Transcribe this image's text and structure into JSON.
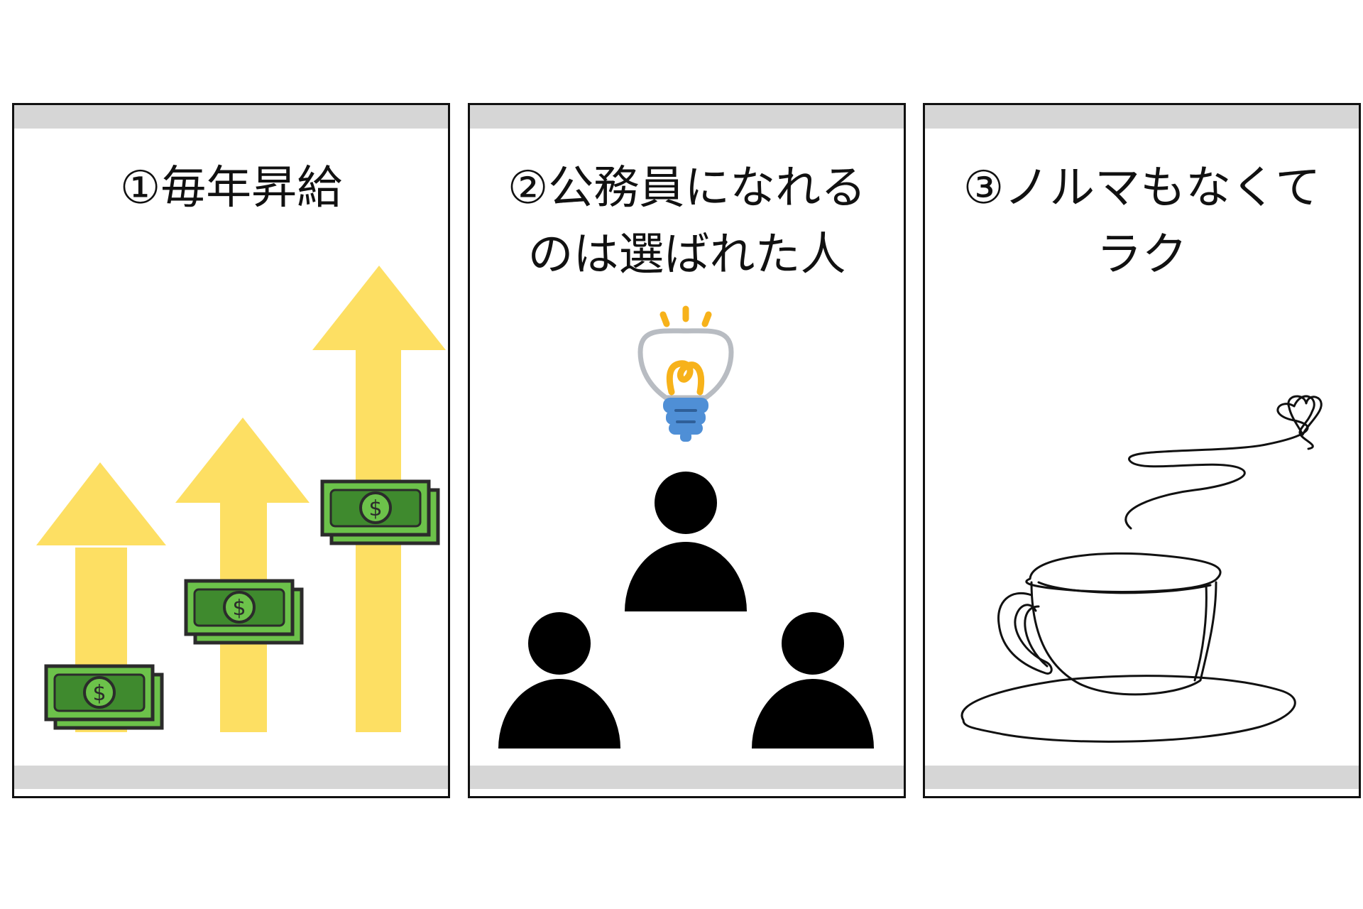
{
  "panels": [
    {
      "title_lines": [
        "①毎年昇給"
      ],
      "illustration": "rising-arrows-with-money"
    },
    {
      "title_lines": [
        "②公務員になれる",
        "のは選ばれた人"
      ],
      "illustration": "people-with-lightbulb"
    },
    {
      "title_lines": [
        "③ノルマもなくて",
        "ラク"
      ],
      "illustration": "coffee-cup-line-art"
    }
  ],
  "colors": {
    "arrow": "#fddf63",
    "money_green": "#6cc24a",
    "money_dark": "#3f8a2e",
    "outline": "#2b2b2b",
    "bulb_yellow": "#f7b21a",
    "bulb_blue": "#4f8fd6",
    "bulb_glass": "#b8bcc2",
    "people": "#000000",
    "band": "#d6d6d6"
  }
}
